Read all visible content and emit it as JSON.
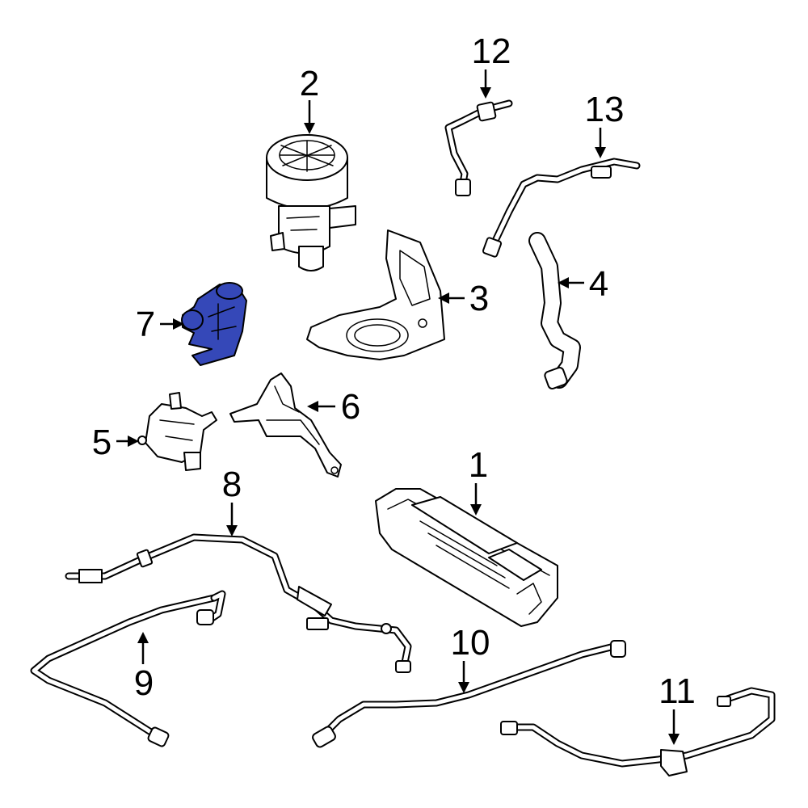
{
  "callouts": [
    {
      "id": "1",
      "label": "1"
    },
    {
      "id": "2",
      "label": "2"
    },
    {
      "id": "3",
      "label": "3"
    },
    {
      "id": "4",
      "label": "4"
    },
    {
      "id": "5",
      "label": "5"
    },
    {
      "id": "6",
      "label": "6"
    },
    {
      "id": "7",
      "label": "7"
    },
    {
      "id": "8",
      "label": "8"
    },
    {
      "id": "9",
      "label": "9"
    },
    {
      "id": "10",
      "label": "10"
    },
    {
      "id": "11",
      "label": "11"
    },
    {
      "id": "12",
      "label": "12"
    },
    {
      "id": "13",
      "label": "13"
    }
  ],
  "highlight": {
    "part": "7",
    "color": "#3548b8"
  }
}
